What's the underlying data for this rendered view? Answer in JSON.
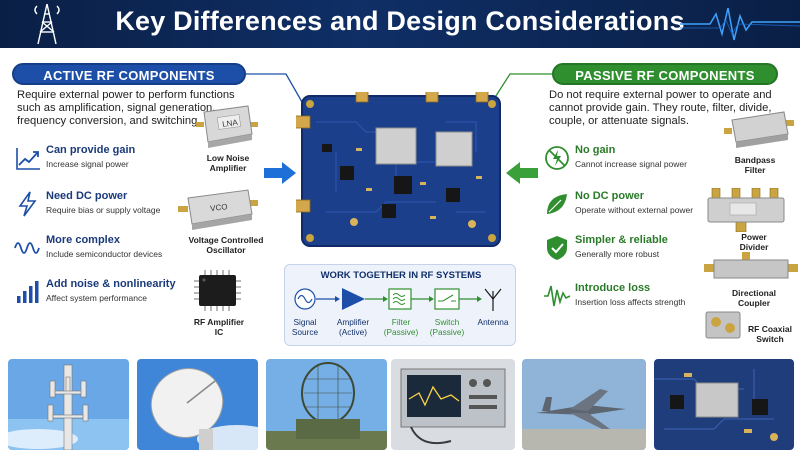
{
  "header": {
    "title": "Key Differences and Design Considerations",
    "icons": [
      "tower-icon",
      "waveform-icon"
    ]
  },
  "active": {
    "heading": "ACTIVE RF COMPONENTS",
    "intro": "Require external power to perform functions such as amplification, signal generation, frequency conversion, and switching.",
    "color": "#1d4fa8",
    "features": [
      {
        "title": "Can provide gain",
        "desc": "Increase signal power",
        "icon": "gain-chart-icon"
      },
      {
        "title": "Need DC power",
        "desc": "Require bias or supply voltage",
        "icon": "lightning-icon"
      },
      {
        "title": "More complex",
        "desc": "Include semiconductor devices",
        "icon": "waveform-icon"
      },
      {
        "title": "Add noise & nonlinearity",
        "desc": "Affect system performance",
        "icon": "bar-chart-icon"
      }
    ],
    "components": [
      {
        "label": "Low Noise\nAmplifier",
        "marking": "LNA"
      },
      {
        "label": "Voltage Controlled\nOscillator",
        "marking": "VCO"
      },
      {
        "label": "RF Amplifier\nIC",
        "marking": ""
      }
    ]
  },
  "passive": {
    "heading": "PASSIVE RF COMPONENTS",
    "intro": "Do not require external power to operate and cannot provide gain. They route, filter, divide, couple, or attenuate signals.",
    "color": "#2f8f2f",
    "features": [
      {
        "title": "No gain",
        "desc": "Cannot increase signal power",
        "icon": "no-gain-icon"
      },
      {
        "title": "No DC power",
        "desc": "Operate without external power",
        "icon": "leaf-icon"
      },
      {
        "title": "Simpler & reliable",
        "desc": "Generally more robust",
        "icon": "shield-check-icon"
      },
      {
        "title": "Introduce loss",
        "desc": "Insertion loss affects strength",
        "icon": "signal-loss-icon"
      }
    ],
    "components": [
      {
        "label": "Bandpass\nFilter"
      },
      {
        "label": "Power\nDivider"
      },
      {
        "label": "Directional\nCoupler"
      },
      {
        "label": "RF Coaxial\nSwitch"
      }
    ]
  },
  "work_together": {
    "title": "WORK TOGETHER IN RF SYSTEMS",
    "steps": [
      {
        "label": "Signal\nSource",
        "type": "neutral",
        "icon": "sine-source-icon"
      },
      {
        "label": "Amplifier\n(Active)",
        "type": "active",
        "icon": "amplifier-triangle-icon"
      },
      {
        "label": "Filter\n(Passive)",
        "type": "passive",
        "icon": "filter-icon"
      },
      {
        "label": "Switch\n(Passive)",
        "type": "passive",
        "icon": "switch-icon"
      },
      {
        "label": "Antenna",
        "type": "neutral",
        "icon": "antenna-icon"
      }
    ]
  },
  "photos": [
    "cell-tower-photo",
    "satellite-dish-photo",
    "radar-photo",
    "test-equipment-photo",
    "fighter-jet-photo",
    "circuit-board-photo"
  ]
}
